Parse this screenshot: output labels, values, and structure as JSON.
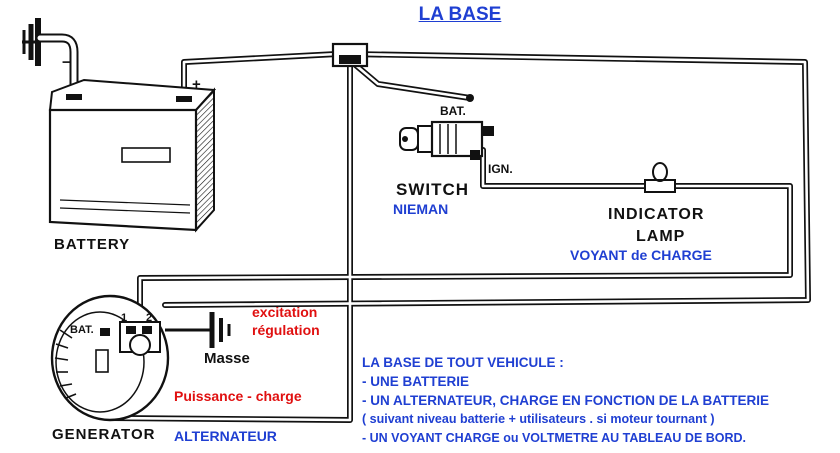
{
  "title": "LA BASE",
  "components": {
    "battery": {
      "label": "BATTERY",
      "minus": "−",
      "plus": "+"
    },
    "switch": {
      "label": "SWITCH",
      "subtitle": "NIEMAN",
      "bat_terminal": "BAT.",
      "ign_terminal": "IGN."
    },
    "lamp": {
      "label_line1": "INDICATOR",
      "label_line2": "LAMP",
      "subtitle": "VOYANT de CHARGE"
    },
    "generator": {
      "label": "GENERATOR",
      "subtitle": "ALTERNATEUR",
      "bat_terminal": "BAT.",
      "terminal_1": "1",
      "terminal_2": "2"
    },
    "ground": {
      "label": "Masse"
    }
  },
  "annotations": {
    "excitation": "excitation",
    "regulation": "régulation",
    "puissance": "Puissance - charge"
  },
  "notes": [
    "LA BASE DE TOUT VEHICULE :",
    "- UNE BATTERIE",
    "- UN ALTERNATEUR, CHARGE EN FONCTION DE LA BATTERIE",
    "( suivant niveau batterie + utilisateurs . si moteur tournant )",
    "- UN VOYANT CHARGE ou VOLTMETRE AU TABLEAU DE BORD."
  ],
  "colors": {
    "ink": "#111111",
    "blue_text": "#1f3fd2",
    "red_text": "#e01010",
    "wire_fill": "#ffffff"
  }
}
